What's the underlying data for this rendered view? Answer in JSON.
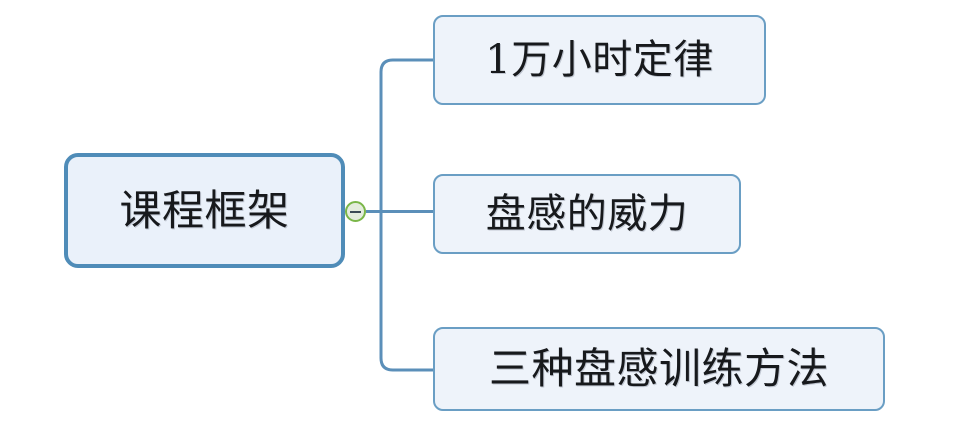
{
  "diagram": {
    "type": "mind-map",
    "orientation": "left-to-right",
    "background_color": "#ffffff",
    "root": {
      "label": "课程框架",
      "fill_color": "#eaf1fa",
      "border_color": "#4f8cb8"
    },
    "toggle": {
      "name": "collapse-toggle",
      "state": "expanded",
      "glyph": "minus-icon",
      "border_color": "#7ab648",
      "fill_color": "#e4ecdd"
    },
    "connector": {
      "color": "#5b8fb9",
      "width": 3
    },
    "children": [
      {
        "label": "1万小时定律",
        "fill_color": "#eef3fa",
        "border_color": "#6a9ec4"
      },
      {
        "label": "盘感的威力",
        "fill_color": "#eef3fa",
        "border_color": "#6a9ec4"
      },
      {
        "label": "三种盘感训练方法",
        "fill_color": "#eef3fa",
        "border_color": "#6a9ec4"
      }
    ]
  }
}
